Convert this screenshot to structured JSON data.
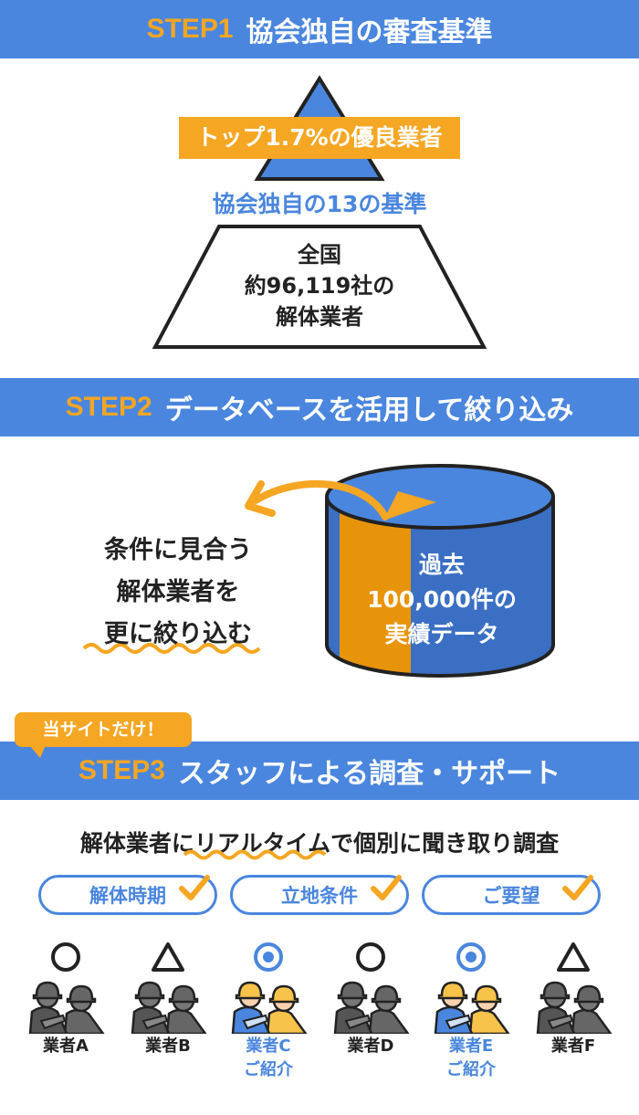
{
  "step1": {
    "step": "STEP1",
    "title": "協会独自の審査基準",
    "top_label": "トップ1.7%の優良業者",
    "criteria": "協会独自の13の基準",
    "base_lines": [
      "全国",
      "約96,119社の",
      "解体業者"
    ]
  },
  "step2": {
    "step": "STEP2",
    "title": "データベースを活用して絞り込み",
    "left_lines": [
      "条件に見合う",
      "解体業者を",
      "更に絞り込む"
    ],
    "db_lines": [
      "過去",
      "100,000件の",
      "実績データ"
    ]
  },
  "step3": {
    "badge": "当サイトだけ！",
    "step": "STEP3",
    "title": "スタッフによる調査・サポート",
    "subtitle": "解体業者にリアルタイムで個別に聞き取り調査",
    "pills": [
      "解体時期",
      "立地条件",
      "ご要望"
    ],
    "workers": [
      {
        "mark": "circle",
        "label": "業者A",
        "intro": ""
      },
      {
        "mark": "triangle",
        "label": "業者B",
        "intro": ""
      },
      {
        "mark": "double-circle",
        "label": "業者C",
        "intro": "ご紹介"
      },
      {
        "mark": "circle",
        "label": "業者D",
        "intro": ""
      },
      {
        "mark": "double-circle",
        "label": "業者E",
        "intro": "ご紹介"
      },
      {
        "mark": "triangle",
        "label": "業者F",
        "intro": ""
      }
    ]
  },
  "colors": {
    "blue": "#4a86de",
    "orange": "#f5a623",
    "dark": "#222222"
  }
}
